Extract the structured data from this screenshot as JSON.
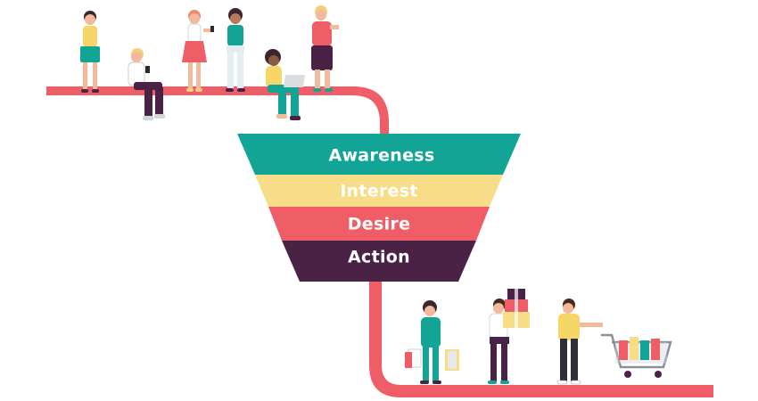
{
  "funnel": {
    "stages": [
      {
        "label": "Awareness",
        "color": "#12a596"
      },
      {
        "label": "Interest",
        "color": "#f7dd87"
      },
      {
        "label": "Desire",
        "color": "#ef5d66"
      },
      {
        "label": "Action",
        "color": "#4a2246"
      }
    ]
  },
  "colors": {
    "pipe": "#ef5d66",
    "teal": "#12a596",
    "yellow": "#f7dd87",
    "red": "#ef5d66",
    "plum": "#4a2246"
  }
}
